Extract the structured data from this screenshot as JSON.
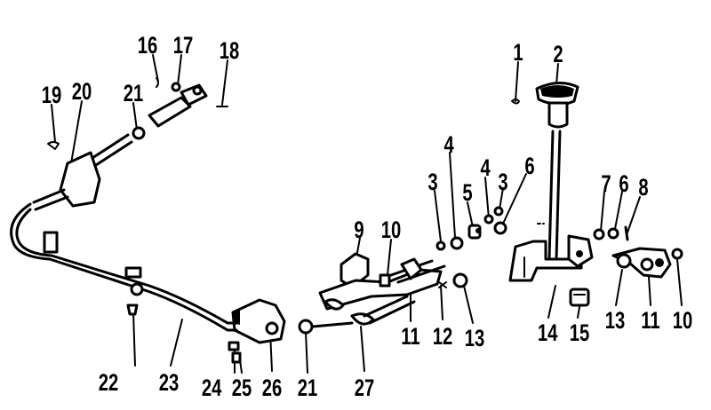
{
  "callouts": [
    {
      "id": "c1",
      "label": "1"
    },
    {
      "id": "c2",
      "label": "2"
    },
    {
      "id": "c3a",
      "label": "3"
    },
    {
      "id": "c4a",
      "label": "4"
    },
    {
      "id": "c4b",
      "label": "4"
    },
    {
      "id": "c3b",
      "label": "3"
    },
    {
      "id": "c5",
      "label": "5"
    },
    {
      "id": "c6a",
      "label": "6"
    },
    {
      "id": "c7",
      "label": "7"
    },
    {
      "id": "c6b",
      "label": "6"
    },
    {
      "id": "c8",
      "label": "8"
    },
    {
      "id": "c9",
      "label": "9"
    },
    {
      "id": "c10a",
      "label": "10"
    },
    {
      "id": "c11a",
      "label": "11"
    },
    {
      "id": "c12",
      "label": "12"
    },
    {
      "id": "c13a",
      "label": "13"
    },
    {
      "id": "c14",
      "label": "14"
    },
    {
      "id": "c15",
      "label": "15"
    },
    {
      "id": "c13b",
      "label": "13"
    },
    {
      "id": "c11b",
      "label": "11"
    },
    {
      "id": "c10b",
      "label": "10"
    },
    {
      "id": "c16",
      "label": "16"
    },
    {
      "id": "c17",
      "label": "17"
    },
    {
      "id": "c18",
      "label": "18"
    },
    {
      "id": "c19",
      "label": "19"
    },
    {
      "id": "c20",
      "label": "20"
    },
    {
      "id": "c21a",
      "label": "21"
    },
    {
      "id": "c21b",
      "label": "21"
    },
    {
      "id": "c22",
      "label": "22"
    },
    {
      "id": "c23",
      "label": "23"
    },
    {
      "id": "c24",
      "label": "24"
    },
    {
      "id": "c25",
      "label": "25"
    },
    {
      "id": "c26",
      "label": "26"
    },
    {
      "id": "c27",
      "label": "27"
    }
  ]
}
